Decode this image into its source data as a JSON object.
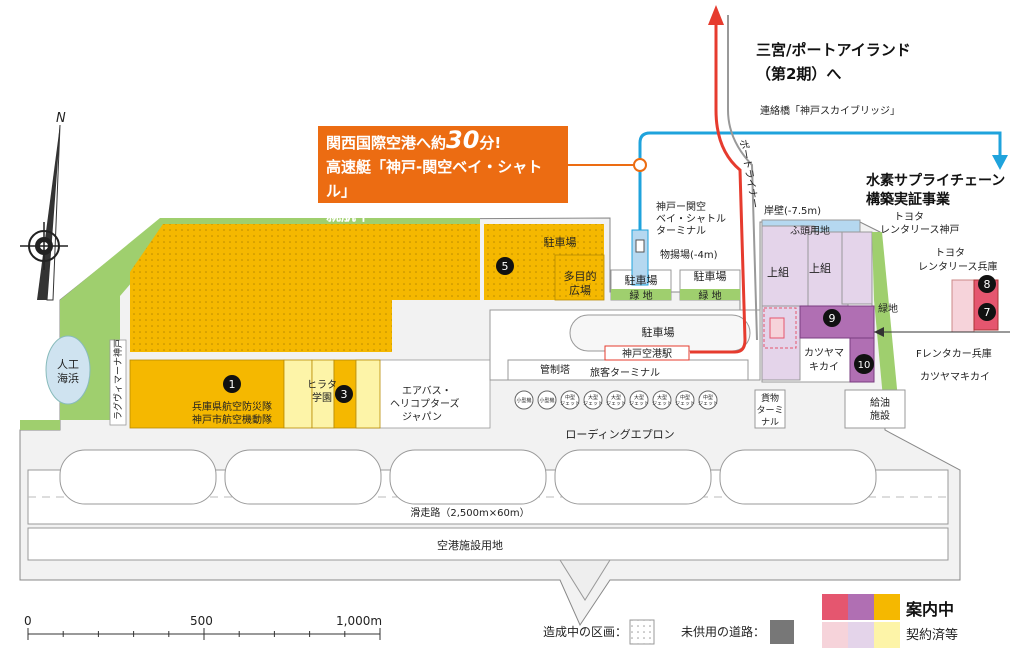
{
  "north": "N",
  "route": {
    "title_line1": "三宮/ポートアイランド",
    "title_line2": "（第2期）へ",
    "bridge_label": "連絡橋「神戸スカイブリッジ」",
    "portliner_label": "ポートライナー"
  },
  "callout": {
    "line1_prefix": "関西国際空港へ約",
    "line1_number": "30",
    "line1_suffix": "分!",
    "line2": "高速艇「神戸-関空ベイ・シャトル」",
    "line3": "就航中"
  },
  "hydrogen": {
    "line1": "水素サプライチェーン",
    "line2": "構築実証事業"
  },
  "labels": {
    "artificial_beach_1": "人工",
    "artificial_beach_2": "海浜",
    "marina": "ラグヴィマーナ神戸",
    "parking_top": "駐車場",
    "plaza_1": "多目的",
    "plaza_2": "広場",
    "bay_shuttle_1": "神戸ー関空",
    "bay_shuttle_2": "ベイ・シャトル",
    "bay_shuttle_3": "ターミナル",
    "cargo_yard": "物揚場(-4m)",
    "parking_a": "駐車場",
    "parking_b": "駐車場",
    "green_a": "緑 地",
    "green_b": "緑 地",
    "quay": "岸壁(-7.5m)",
    "wharf": "ふ頭用地",
    "kamigumi_1": "上組",
    "kamigumi_2": "上組",
    "toyota_kobe_1": "トヨタ",
    "toyota_kobe_2": "レンタリース神戸",
    "toyota_hyogo_1": "トヨタ",
    "toyota_hyogo_2": "レンタリース兵庫",
    "green_c": "緑地",
    "f_rent": "Fレンタカー兵庫",
    "katsuyama_1": "カツヤマ",
    "katsuyama_2": "キカイ",
    "katsuyama_out": "カツヤマキカイ",
    "parking_main": "駐車場",
    "station": "神戸空港駅",
    "control_tower": "管制塔",
    "terminal": "旅客ターミナル",
    "cargo_terminal_1": "貨物",
    "cargo_terminal_2": "ターミ",
    "cargo_terminal_3": "ナル",
    "fuel_1": "給油",
    "fuel_2": "施設",
    "hyogo_1": "兵庫県航空防災隊",
    "hyogo_2": "神戸市航空機動隊",
    "hirata_1": "ヒラタ",
    "hirata_2": "学園",
    "airbus_1": "エアバス・",
    "airbus_2": "ヘリコプターズ",
    "airbus_3": "ジャパン",
    "apron": "ローディングエプロン",
    "runway": "滑走路（2,500m×60m）",
    "airport_land": "空港施設用地"
  },
  "stands": [
    "小型機",
    "小型機",
    "中型\nジェット",
    "大型\nジェット",
    "大型\nジェット",
    "大型\nジェット",
    "大型\nジェット",
    "中型\nジェット",
    "中型\nジェット"
  ],
  "markers": [
    "1",
    "3",
    "5",
    "7",
    "8",
    "9",
    "10"
  ],
  "legend": {
    "under_development": "造成中の区画：",
    "unused_road": "未供用の道路：",
    "guiding": "案内中",
    "contracted": "契約済等"
  },
  "scale": {
    "s0": "0",
    "s1": "500",
    "s2": "1,000m"
  },
  "colors": {
    "guide_red": "#e5566f",
    "guide_purple": "#b06fb3",
    "guide_yellow": "#f5b800",
    "contract_red": "#f6d3da",
    "contract_purple": "#e4d4ea",
    "contract_yellow": "#fdf4a8",
    "green": "#9fcf6e",
    "sea_route": "#1fa3dc",
    "rail": "#e63b2e",
    "callout": "#ec6c12"
  }
}
